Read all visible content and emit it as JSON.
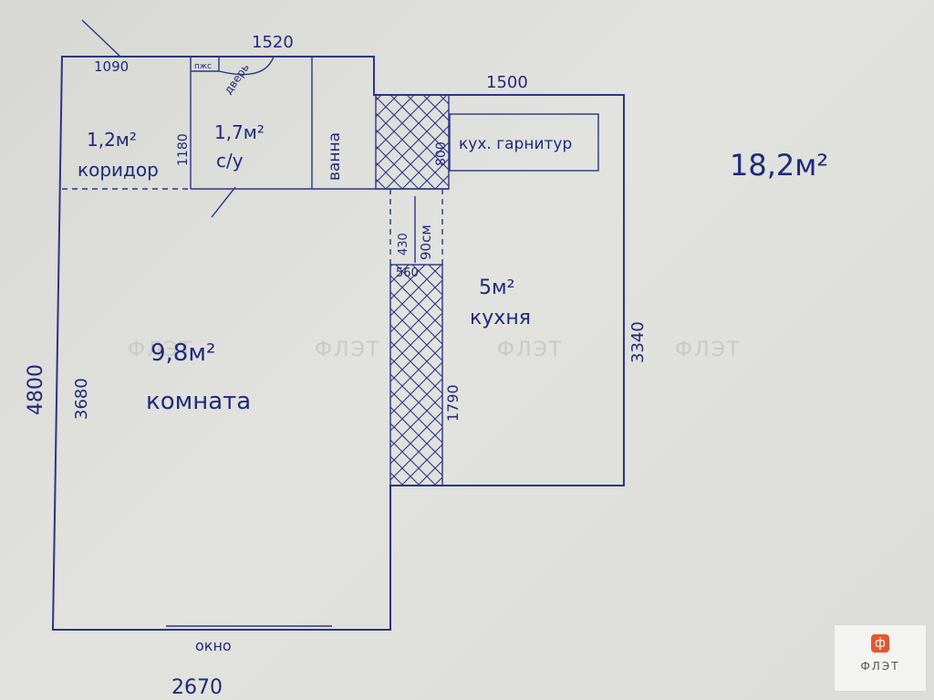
{
  "total_area": "18,2м²",
  "rooms": {
    "corridor": {
      "area": "1,2м²",
      "name": "коридор"
    },
    "bathroom": {
      "area": "1,7м²",
      "name": "с/у"
    },
    "bath": "ванна",
    "kitchenette": "кух. гарнитур",
    "kitchen": {
      "area": "5м²",
      "name": "кухня"
    },
    "room": {
      "area": "9,8м²",
      "name": "комната"
    },
    "window": "окно"
  },
  "dimensions": {
    "top": "1520",
    "corridor_top": "1090",
    "kitchen_top": "1500",
    "corridor_height": "1180",
    "niche_height": "800",
    "kitchen_height": "3340",
    "partition_height": "1790",
    "partition_width": "560",
    "passage_width": "430",
    "passage_label": "90см",
    "left_total": "4800",
    "room_height": "3680",
    "bottom": "2670",
    "door_small": "пжс",
    "door_label": "дверь"
  },
  "watermark": "ФЛЭТ",
  "logo": {
    "symbol": "ф",
    "name": "ФЛЭТ"
  }
}
